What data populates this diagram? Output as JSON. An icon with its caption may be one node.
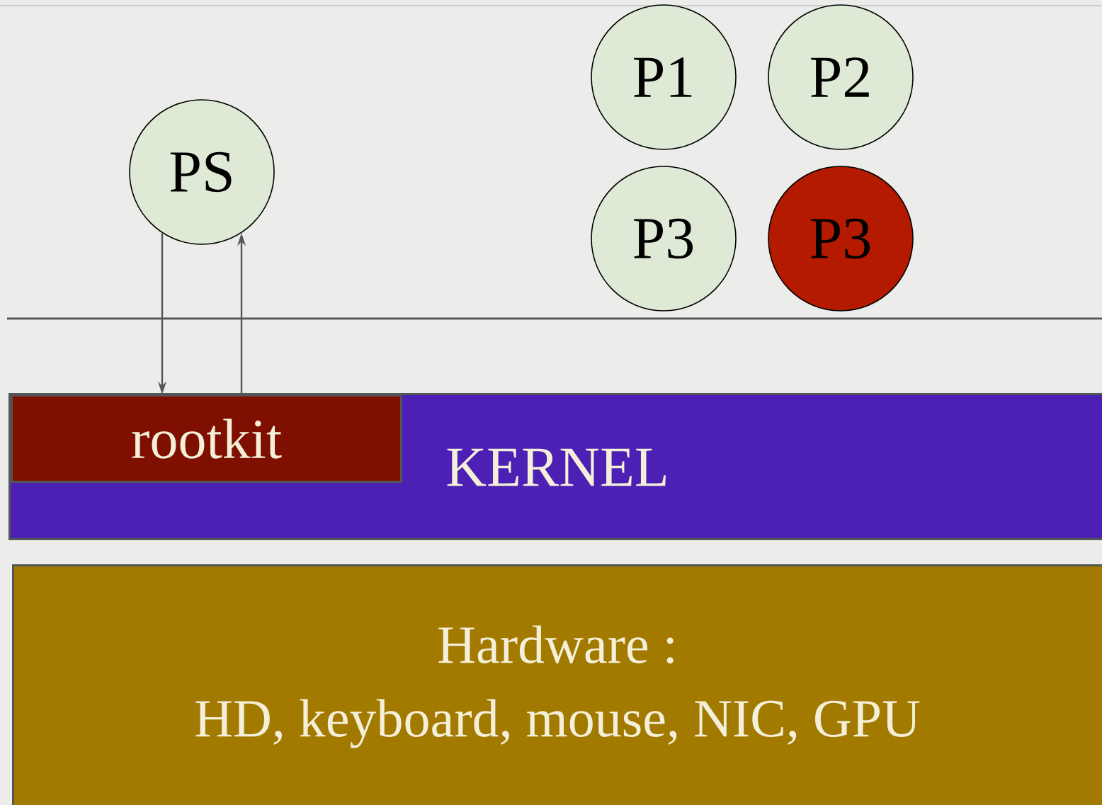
{
  "diagram": {
    "nodes": [
      {
        "text": [
          "PS"
        ]
      },
      {
        "text": [
          "P1"
        ]
      },
      {
        "text": [
          "P2"
        ]
      },
      {
        "text": [
          "P3"
        ]
      },
      {
        "text": [
          "P3"
        ]
      },
      {
        "text": [
          "KERNEL"
        ]
      },
      {
        "text": [
          "rootkit"
        ],
        "in": 5
      },
      {
        "text": [
          "Hardware :",
          "HD, keyboard, mouse, NIC, GPU"
        ]
      }
    ],
    "edges": [
      {
        "from": 0,
        "to": 6,
        "arrow": "to"
      },
      {
        "from": 6,
        "to": 0,
        "arrow": "to"
      }
    ]
  }
}
